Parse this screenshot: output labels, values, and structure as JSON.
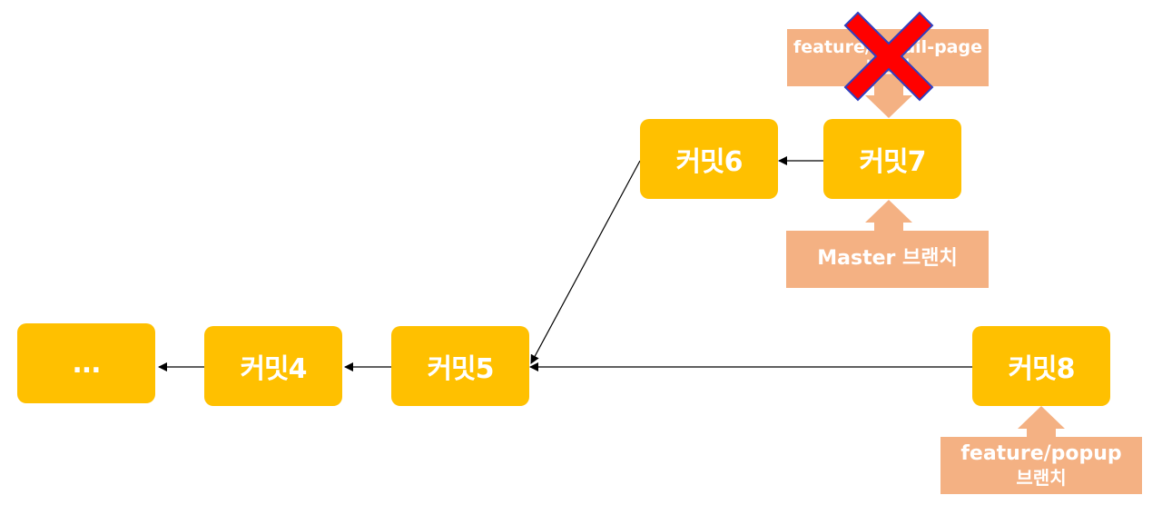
{
  "commits": {
    "ellipsis": "...",
    "c4": "커밋4",
    "c5": "커밋5",
    "c6": "커밋6",
    "c7": "커밋7",
    "c8": "커밋8"
  },
  "branches": {
    "detail": {
      "line1": "feature/detail-page",
      "line2": "브랜치",
      "deleted": true
    },
    "master": {
      "line1": "Master 브랜치"
    },
    "popup": {
      "line1": "feature/popup",
      "line2": "브랜치"
    }
  },
  "colors": {
    "commit": "#FFC000",
    "branch": "#F4B183",
    "deleted_mark": "#FF0000",
    "deleted_mark_outline": "#2F3FBF",
    "arrow": "#000000"
  },
  "icons": {
    "deleted_mark": "cross-mark-icon"
  }
}
